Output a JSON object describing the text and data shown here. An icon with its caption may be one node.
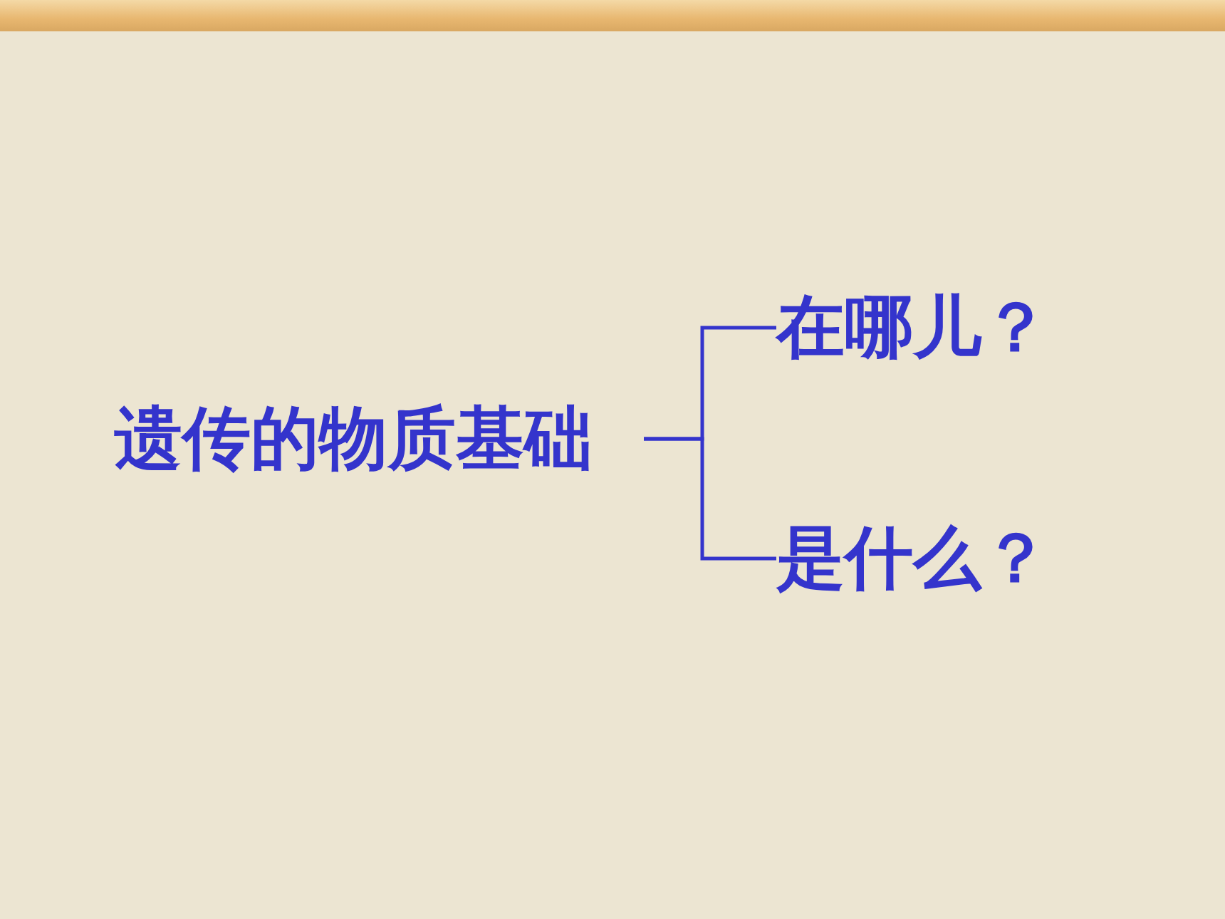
{
  "diagram": {
    "nodes": [
      {
        "text": [
          "遗传的物质基础"
        ]
      },
      {
        "text": [
          "在哪儿？"
        ]
      },
      {
        "text": [
          "是什么？"
        ]
      }
    ],
    "edges": [
      {
        "from": 0,
        "to": 1,
        "arrow": "none"
      },
      {
        "from": 0,
        "to": 2,
        "arrow": "none"
      }
    ]
  }
}
